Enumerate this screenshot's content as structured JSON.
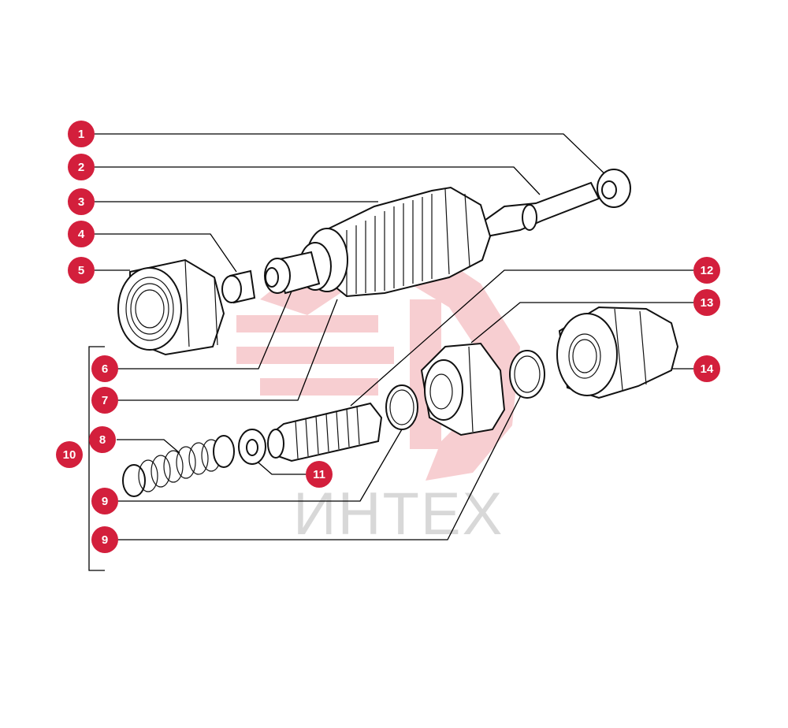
{
  "diagram": {
    "watermark": {
      "text": "ИНТЕХ",
      "logo_icon": "gear-logo-icon",
      "logo_color": "#f6c6c9",
      "text_color": "#d8d8d8"
    },
    "callout_color": "#d31f3c",
    "callouts": [
      {
        "id": "c1",
        "label": "1"
      },
      {
        "id": "c2",
        "label": "2"
      },
      {
        "id": "c3",
        "label": "3"
      },
      {
        "id": "c4",
        "label": "4"
      },
      {
        "id": "c5",
        "label": "5"
      },
      {
        "id": "c6",
        "label": "6"
      },
      {
        "id": "c7",
        "label": "7"
      },
      {
        "id": "c8",
        "label": "8"
      },
      {
        "id": "c9a",
        "label": "9"
      },
      {
        "id": "c9b",
        "label": "9"
      },
      {
        "id": "c10",
        "label": "10"
      },
      {
        "id": "c11",
        "label": "11"
      },
      {
        "id": "c12",
        "label": "12"
      },
      {
        "id": "c13",
        "label": "13"
      },
      {
        "id": "c14",
        "label": "14"
      }
    ]
  }
}
